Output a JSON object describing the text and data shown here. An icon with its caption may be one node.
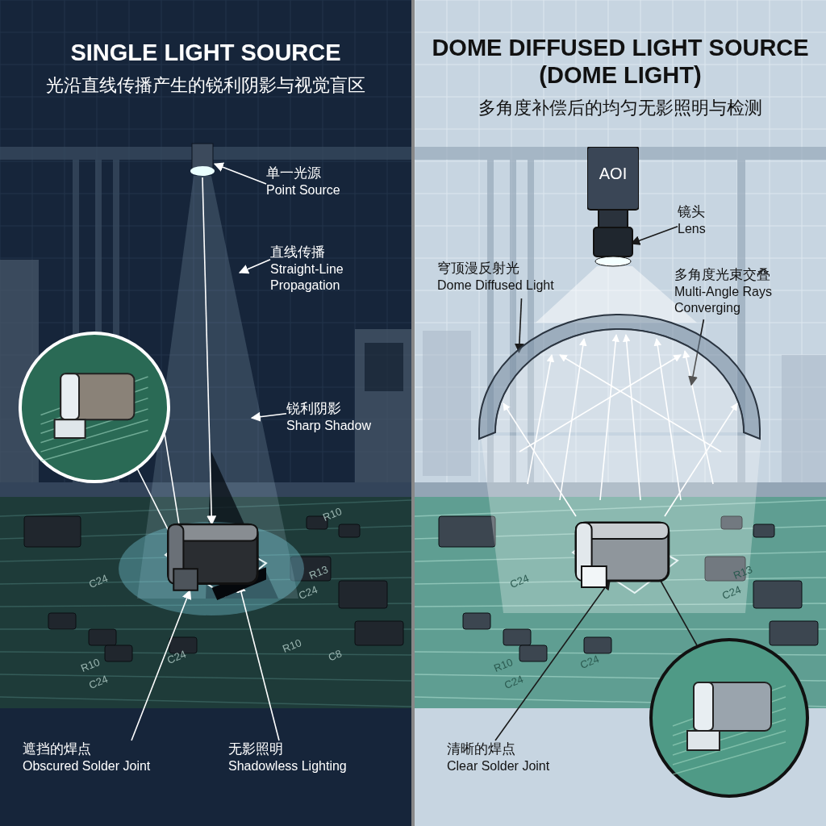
{
  "diagram": {
    "nodes": [
      {
        "text": [
          "SINGLE LIGHT SOURCE",
          "光沿直线传播产生的锐利阴影与视觉盲区"
        ]
      },
      {
        "text": [
          "DOME DIFFUSED LIGHT SOURCE (DOME LIGHT)",
          "多角度补偿后的均匀无影照明与检测"
        ]
      },
      {
        "text": [],
        "shape": "cylinder",
        "in": 0
      },
      {
        "text": [
          "单一光源",
          "Point Source"
        ],
        "in": 0
      },
      {
        "text": [
          "直线传播",
          "Straight-Line Propagation"
        ],
        "in": 0
      },
      {
        "text": [
          "锐利阴影",
          "Sharp Shadow"
        ],
        "in": 0
      },
      {
        "text": [],
        "shape": "picture",
        "in": 0
      },
      {
        "text": [
          "遮挡的焊点",
          "Obscured Solder Joint"
        ],
        "in": 0
      },
      {
        "text": [
          "无影照明",
          "Shadowless Lighting"
        ],
        "in": 0
      },
      {
        "text": [],
        "shape": "circle",
        "in": 0
      },
      {
        "text": [
          "AOI"
        ],
        "in": 1
      },
      {
        "text": [
          "镜头",
          "Lens"
        ],
        "in": 1
      },
      {
        "text": [
          "穹顶漫反射光",
          "Dome Diffused Light"
        ],
        "in": 1
      },
      {
        "text": [],
        "shape": "picture",
        "in": 1
      },
      {
        "text": [
          "多角度光束交叠",
          "Multi-Angle Rays Converging"
        ],
        "in": 1
      },
      {
        "text": [],
        "shape": "picture",
        "in": 1
      },
      {
        "text": [
          "清晰的焊点",
          "Clear Solder Joint"
        ],
        "in": 1
      },
      {
        "text": [],
        "shape": "circle",
        "in": 1
      }
    ],
    "edges": [
      {
        "from": 3,
        "to": 2,
        "arrow": "to"
      },
      {
        "from": 4,
        "to": null,
        "arrow": "to"
      },
      {
        "from": 5,
        "to": null,
        "arrow": "to"
      },
      {
        "from": 2,
        "to": 6,
        "arrow": "to"
      },
      {
        "from": 9,
        "to": 6,
        "arrow": "none"
      },
      {
        "from": 9,
        "to": 6,
        "arrow": "none"
      },
      {
        "from": 7,
        "to": 6,
        "arrow": "to"
      },
      {
        "from": 8,
        "to": 6,
        "arrow": "to"
      },
      {
        "from": 11,
        "to": 10,
        "arrow": "to",
        "color": "#1a1a1a"
      },
      {
        "from": 12,
        "to": 13,
        "arrow": "to",
        "color": "#1a1a1a"
      },
      {
        "from": 14,
        "to": 13,
        "arrow": "to",
        "color": "#1a1a1a"
      },
      {
        "from": 16,
        "to": 15,
        "arrow": "to",
        "color": "#1a1a1a"
      },
      {
        "from": 17,
        "to": 15,
        "arrow": "none",
        "color": "#1a1a1a"
      }
    ],
    "labels": [
      "R10",
      "C24",
      "R13",
      "C24",
      "R10",
      "C8",
      "C24",
      "R10",
      "C24",
      "C24",
      "R13",
      "C24",
      "C24",
      "R10",
      "C24"
    ]
  }
}
